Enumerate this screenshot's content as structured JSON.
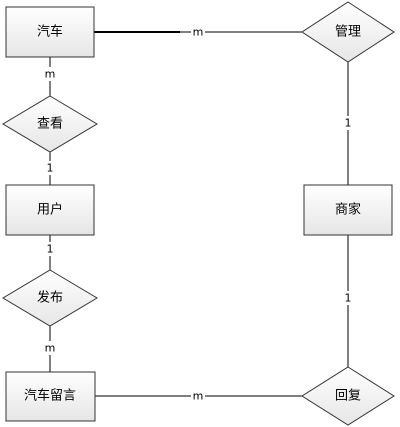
{
  "diagram": {
    "entities": {
      "car": "汽车",
      "user": "用户",
      "merchant": "商家",
      "car_message": "汽车留言"
    },
    "relationships": {
      "manage": "管理",
      "view": "查看",
      "publish": "发布",
      "reply": "回复"
    },
    "cardinalities": {
      "car_manage": "m",
      "manage_merchant": "1",
      "car_view": "m",
      "view_user": "1",
      "user_publish": "1",
      "publish_message": "m",
      "message_reply": "m",
      "reply_merchant": "1"
    },
    "colors": {
      "box_top": "#ffffff",
      "box_bottom": "#e6e6e6",
      "border": "#333333",
      "line": "#000000"
    }
  }
}
